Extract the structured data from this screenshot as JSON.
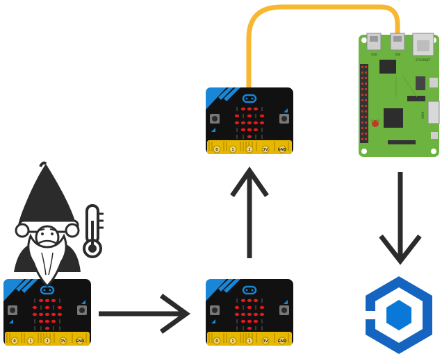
{
  "microbit": {
    "pin_labels": [
      "0",
      "1",
      "2",
      "3V",
      "GND"
    ],
    "led_color": "#e01b1b",
    "board_color": "#111111",
    "accent_color": "#1a86d6",
    "edge_color": "#e6b800"
  },
  "cable_color": "#f7b731",
  "arrow_color": "#2b2b2b",
  "azure_colors": [
    "#1565c0",
    "#0a78d6"
  ],
  "diagram": {
    "nodes": [
      {
        "id": "sensor-microbit",
        "kind": "microbit",
        "icons": [
          "gnome-icon",
          "thermometer-icon"
        ]
      },
      {
        "id": "relay-microbit",
        "kind": "microbit"
      },
      {
        "id": "bridge-microbit",
        "kind": "microbit"
      },
      {
        "id": "raspberry-pi",
        "kind": "raspberry-pi"
      },
      {
        "id": "azure-iot",
        "kind": "cloud-service",
        "icon": "azure-iot-hub-icon"
      }
    ],
    "edges": [
      {
        "from": "sensor-microbit",
        "to": "relay-microbit",
        "style": "arrow"
      },
      {
        "from": "relay-microbit",
        "to": "bridge-microbit",
        "style": "arrow"
      },
      {
        "from": "bridge-microbit",
        "to": "raspberry-pi",
        "style": "usb-cable"
      },
      {
        "from": "raspberry-pi",
        "to": "azure-iot",
        "style": "arrow"
      }
    ]
  },
  "pi_labels": {
    "usb_a": "USB",
    "usb_b": "USB",
    "ethernet": "ETHERNET",
    "hdmi": "HDMI"
  }
}
